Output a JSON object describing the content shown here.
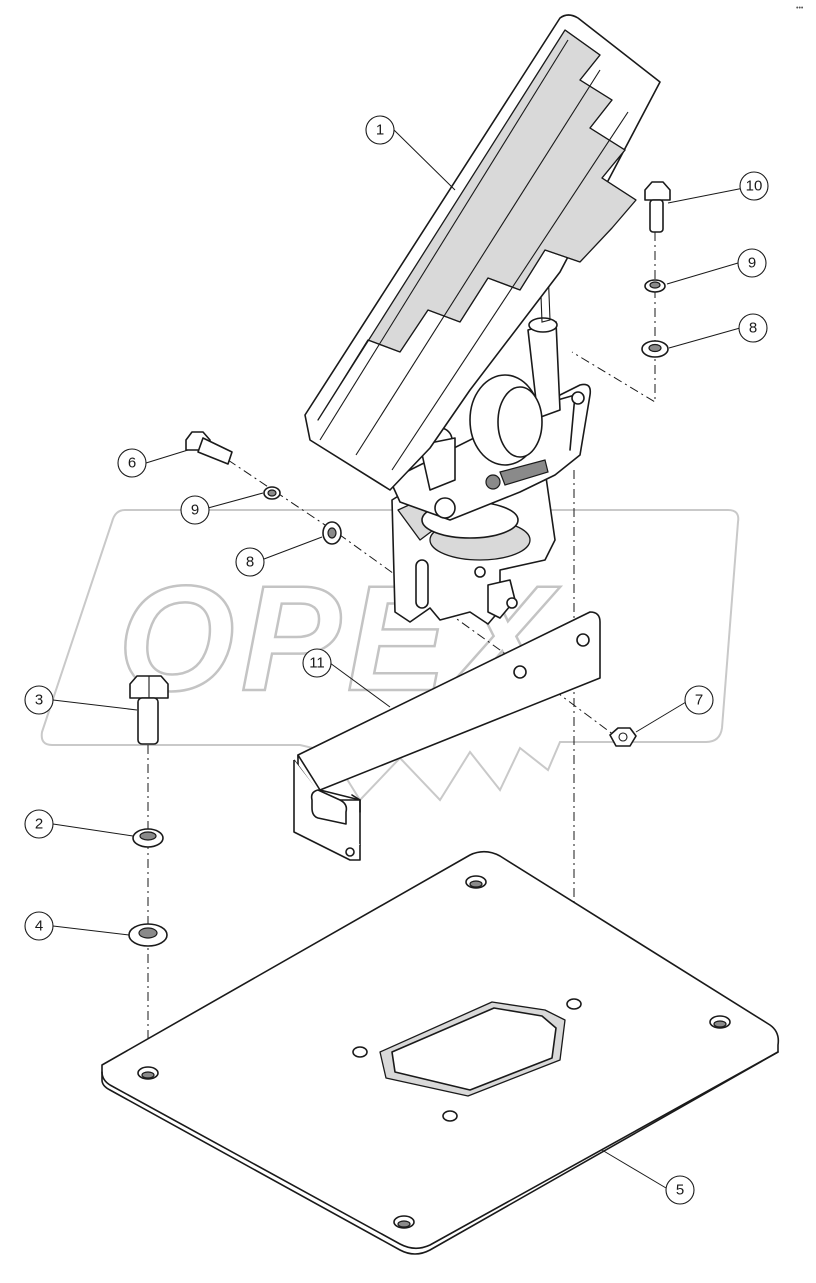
{
  "corner_mark": "•••",
  "watermark": {
    "text": "OPEX"
  },
  "callouts": [
    {
      "id": "c1",
      "label": "1"
    },
    {
      "id": "c2",
      "label": "2"
    },
    {
      "id": "c3",
      "label": "3"
    },
    {
      "id": "c4",
      "label": "4"
    },
    {
      "id": "c5",
      "label": "5"
    },
    {
      "id": "c6",
      "label": "6"
    },
    {
      "id": "c7",
      "label": "7"
    },
    {
      "id": "c8a",
      "label": "8"
    },
    {
      "id": "c8b",
      "label": "8"
    },
    {
      "id": "c9a",
      "label": "9"
    },
    {
      "id": "c9b",
      "label": "9"
    },
    {
      "id": "c10",
      "label": "10"
    },
    {
      "id": "c11",
      "label": "11"
    }
  ]
}
